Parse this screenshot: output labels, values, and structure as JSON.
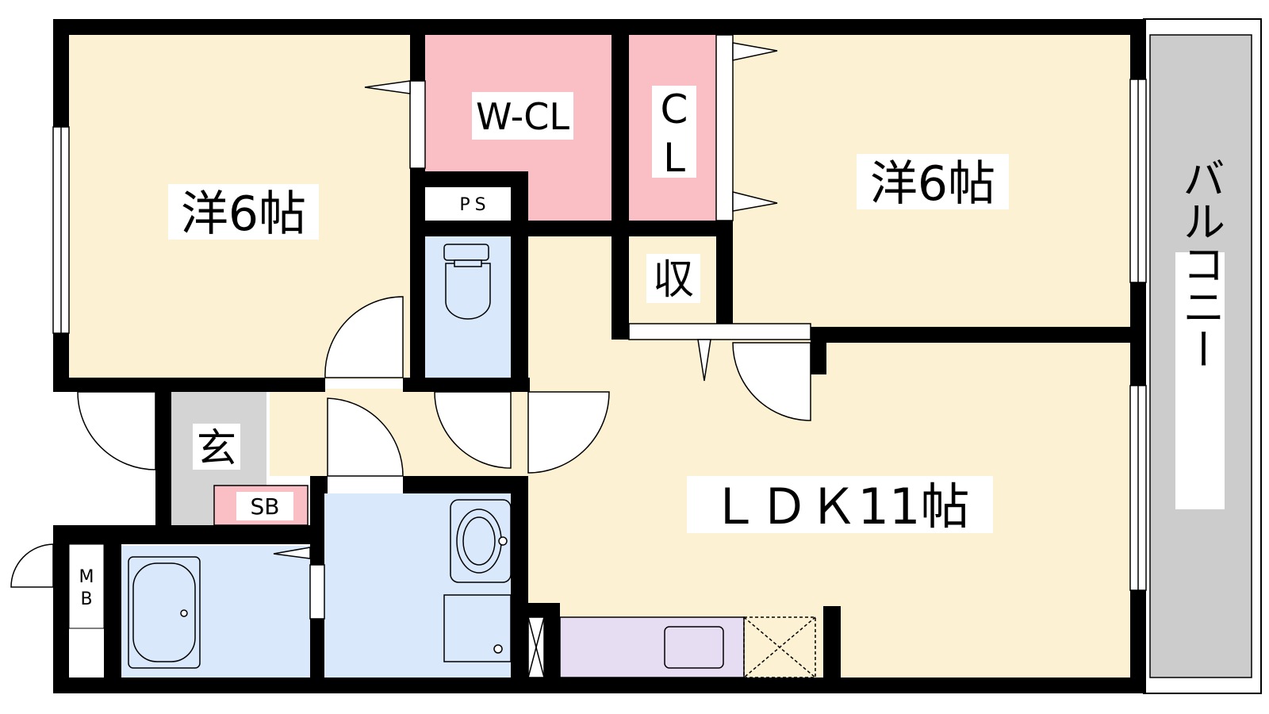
{
  "floorplan": {
    "rooms": {
      "western_room_left": "洋6帖",
      "western_room_right": "洋6帖",
      "walk_in_closet": "W-CL",
      "closet_c": "C",
      "closet_l": "L",
      "pipe_space": "PS",
      "storage": "収",
      "entrance": "玄",
      "shoe_box": "SB",
      "ldk": "ＬＤＫ11帖",
      "meter_box_m": "M",
      "meter_box_b": "B",
      "balcony": "バルコニー"
    },
    "colors": {
      "western_room": "#fdf1d3",
      "ldk": "#fdf1d3",
      "closet": "#f9bfc4",
      "wet_area": "#d9e8fa",
      "entrance": "#d4d4d4",
      "kitchen_counter": "#e6ddf3",
      "balcony": "#cccccc",
      "wall": "#000000"
    }
  }
}
